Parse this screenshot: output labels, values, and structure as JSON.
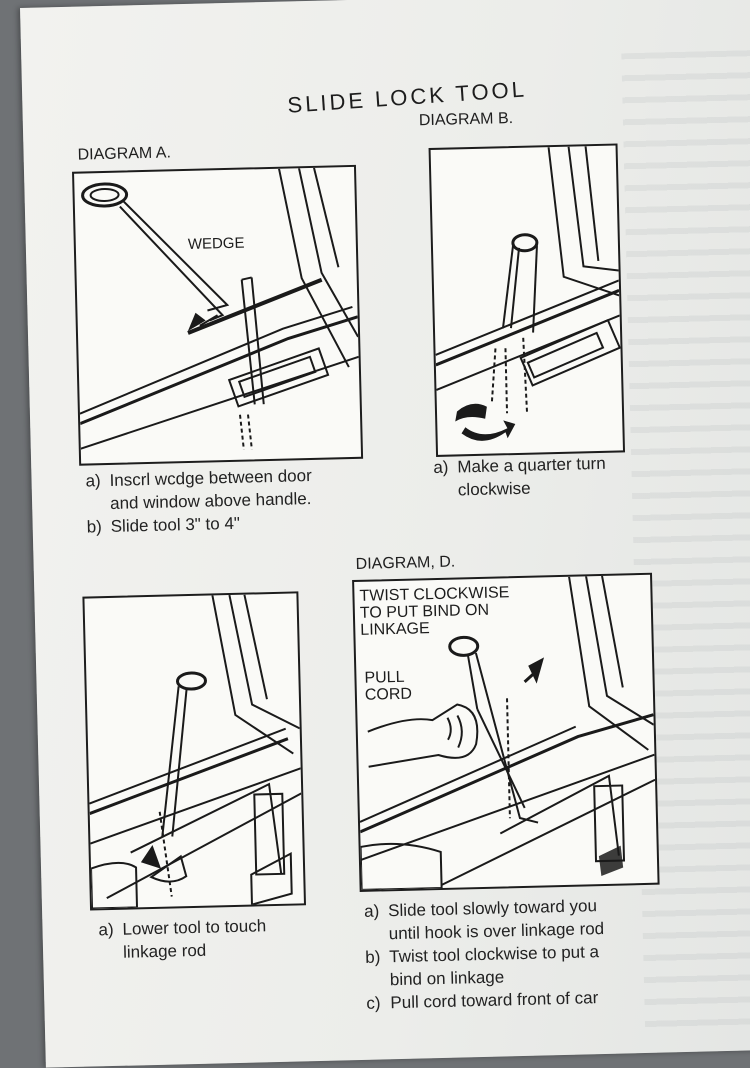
{
  "title": "SLIDE LOCK TOOL",
  "diagram_a": {
    "label": "DIAGRAM A.",
    "wedge_label": "WEDGE",
    "captions": [
      {
        "marker": "a)",
        "text": "Inscrl wcdge between door"
      },
      {
        "marker": "",
        "text": "and window above handle."
      },
      {
        "marker": "b)",
        "text": "Slide tool 3\" to 4\""
      }
    ]
  },
  "diagram_b": {
    "label": "DIAGRAM B.",
    "captions": [
      {
        "marker": "a)",
        "text": "Make a quarter turn"
      },
      {
        "marker": "",
        "text": "clockwise"
      }
    ]
  },
  "diagram_c": {
    "captions": [
      {
        "marker": "a)",
        "text": "Lower tool to touch"
      },
      {
        "marker": "",
        "text": "linkage rod"
      }
    ]
  },
  "diagram_d": {
    "label": "DIAGRAM, D.",
    "twist_note": [
      "TWIST CLOCKWISE",
      "TO PUT BIND ON",
      "LINKAGE"
    ],
    "pull_note": [
      "PULL",
      "CORD"
    ],
    "captions": [
      {
        "marker": "a)",
        "text": "Slide tool slowly toward you"
      },
      {
        "marker": "",
        "text": "until hook is over linkage rod"
      },
      {
        "marker": "b)",
        "text": "Twist tool clockwise to put a"
      },
      {
        "marker": "",
        "text": "bind on linkage"
      },
      {
        "marker": "c)",
        "text": "Pull cord toward front of car"
      }
    ]
  }
}
